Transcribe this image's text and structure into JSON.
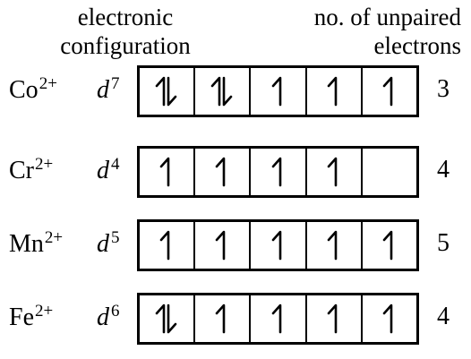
{
  "headers": {
    "left_line1": "electronic",
    "left_line2": "configuration",
    "right_line1": "no. of unpaired",
    "right_line2": "electrons"
  },
  "rows": [
    {
      "ion": "Co",
      "charge": "2+",
      "config_letter": "d",
      "config_exp": "7",
      "orbitals": [
        "paired",
        "paired",
        "up",
        "up",
        "up"
      ],
      "unpaired": "3"
    },
    {
      "ion": "Cr",
      "charge": "2+",
      "config_letter": "d",
      "config_exp": "4",
      "orbitals": [
        "up",
        "up",
        "up",
        "up",
        "empty"
      ],
      "unpaired": "4"
    },
    {
      "ion": "Mn",
      "charge": "2+",
      "config_letter": "d",
      "config_exp": "5",
      "orbitals": [
        "up",
        "up",
        "up",
        "up",
        "up"
      ],
      "unpaired": "5"
    },
    {
      "ion": "Fe",
      "charge": "2+",
      "config_letter": "d",
      "config_exp": "6",
      "orbitals": [
        "paired",
        "up",
        "up",
        "up",
        "up"
      ],
      "unpaired": "4"
    }
  ]
}
